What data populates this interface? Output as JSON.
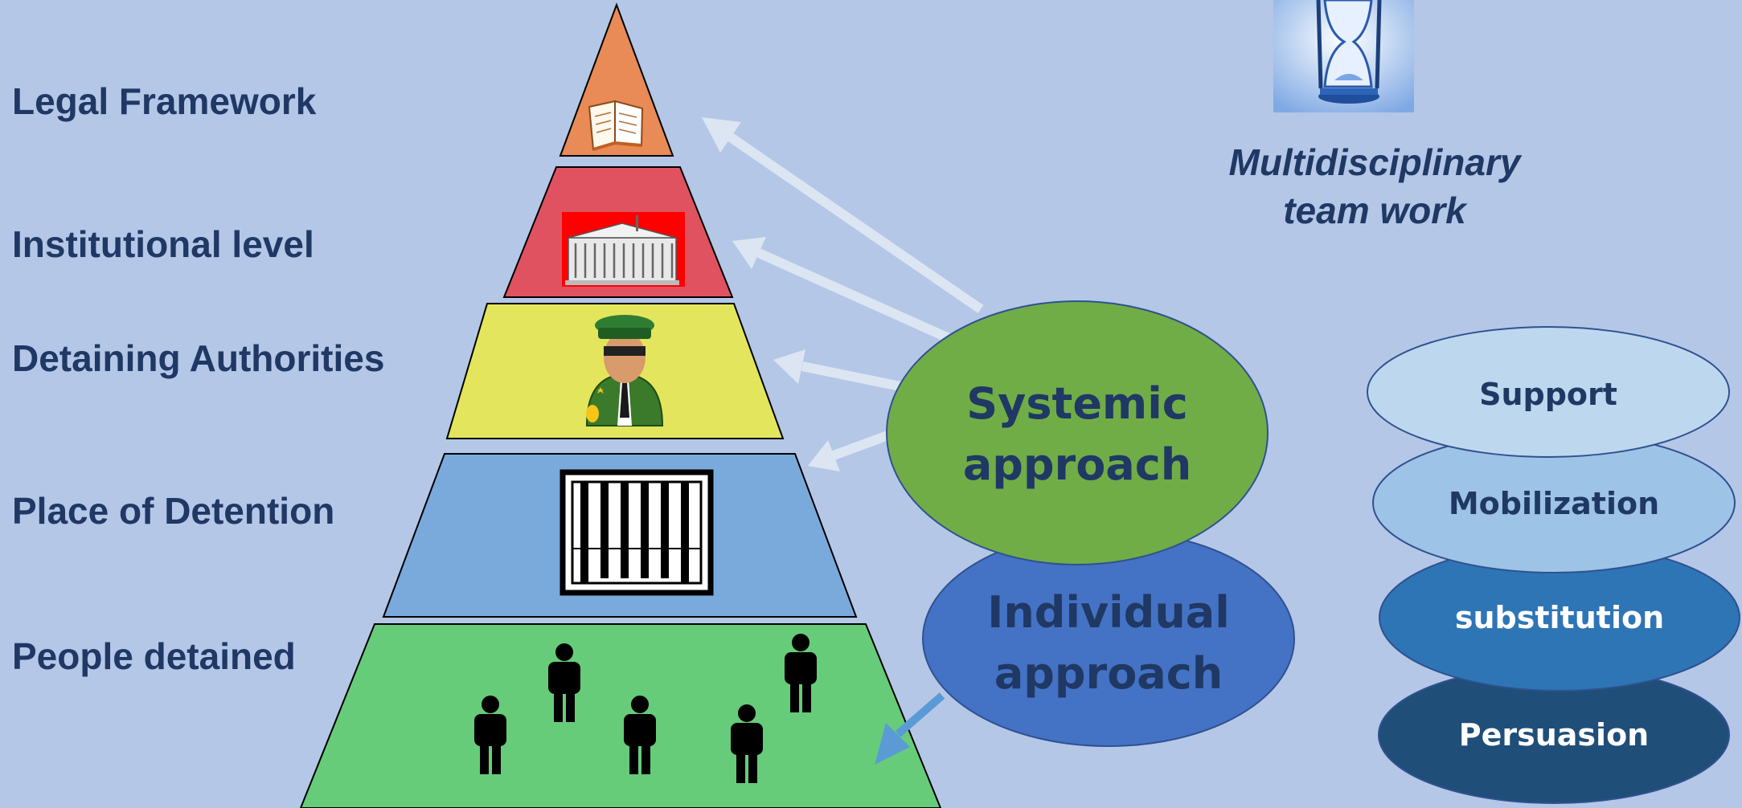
{
  "levels": [
    {
      "label": "Legal Framework",
      "color": "#e88b57",
      "icon": "book-icon"
    },
    {
      "label": "Institutional level",
      "color": "#e05260",
      "icon": "government-building-icon"
    },
    {
      "label": "Detaining Authorities",
      "color": "#e3e65c",
      "icon": "officer-icon"
    },
    {
      "label": "Place of Detention",
      "color": "#7aaadc",
      "icon": "prison-bars-icon"
    },
    {
      "label": "People detained",
      "color": "#66cc7a",
      "icon": "people-icon"
    }
  ],
  "team": {
    "line1": "Multidisciplinary",
    "line2": "team work",
    "icon": "hourglass-icon"
  },
  "approaches": {
    "systemic": {
      "line1": "Systemic",
      "line2": "approach",
      "color": "#70ad47"
    },
    "individual": {
      "line1": "Individual",
      "line2": "approach",
      "color": "#4472c4"
    }
  },
  "strategies": [
    {
      "label": "Support",
      "color": "#bdd7ee"
    },
    {
      "label": "Mobilization",
      "color": "#9dc3e6"
    },
    {
      "label": "substitution",
      "color": "#2e75b6"
    },
    {
      "label": "Persuasion",
      "color": "#1f4e79"
    }
  ],
  "colors": {
    "background": "#b4c7e7",
    "text": "#1f3864",
    "arrow": "#dce6f2",
    "individual_arrow": "#5b9bd5"
  }
}
